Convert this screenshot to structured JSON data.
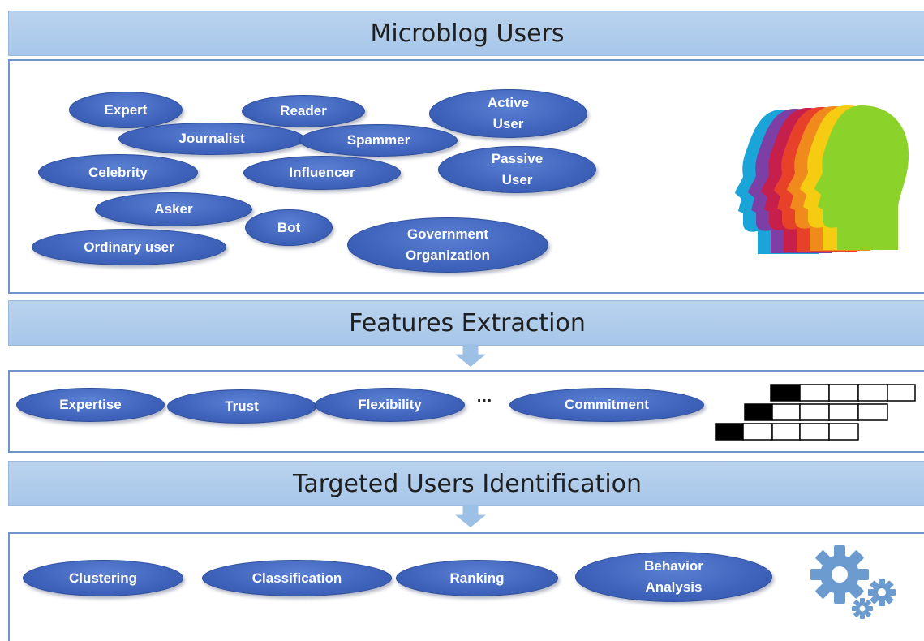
{
  "sections": {
    "users_title": "Microblog Users",
    "features_title": "Features Extraction",
    "targeted_title": "Targeted Users Identification"
  },
  "user_types": {
    "expert": "Expert",
    "reader": "Reader",
    "active_user": "Active\nUser",
    "journalist": "Journalist",
    "spammer": "Spammer",
    "celebrity": "Celebrity",
    "influencer": "Influencer",
    "passive_user": "Passive\nUser",
    "asker": "Asker",
    "bot": "Bot",
    "ordinary_user": "Ordinary user",
    "government_organization": "Government\nOrganization"
  },
  "features": {
    "expertise": "Expertise",
    "trust": "Trust",
    "flexibility": "Flexibility",
    "ellipsis": "…",
    "commitment": "Commitment"
  },
  "methods": {
    "clustering": "Clustering",
    "classification": "Classification",
    "ranking": "Ranking",
    "behavior_analysis": "Behavior\nAnalysis"
  },
  "icons": {
    "users_illustration": "colorful-heads-icon",
    "features_illustration": "feature-vectors-icon",
    "methods_illustration": "gears-icon"
  },
  "colors": {
    "banner": "#a7c6e9",
    "panel_border": "#6f95c9",
    "pill": "#3f63bb",
    "arrow": "#9dc0e6"
  }
}
